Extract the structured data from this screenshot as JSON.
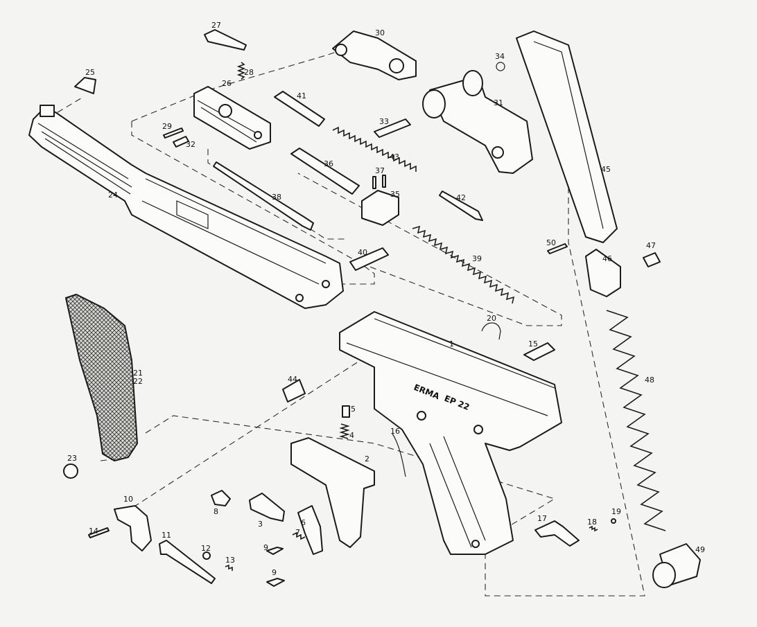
{
  "diagram": {
    "stamp_brand": "ERMA",
    "stamp_model": "EP 22",
    "labels": {
      "n1": "1",
      "n2": "2",
      "n3": "3",
      "n4": "4",
      "n5": "5",
      "n6": "6",
      "n7": "7",
      "n8": "8",
      "n9a": "9",
      "n9b": "9",
      "n10": "10",
      "n11": "11",
      "n12": "12",
      "n13": "13",
      "n14": "14",
      "n15": "15",
      "n16": "16",
      "n17": "17",
      "n18": "18",
      "n19": "19",
      "n20": "20",
      "n21": "21",
      "n22": "22",
      "n23": "23",
      "n24": "24",
      "n25": "25",
      "n26": "26",
      "n27": "27",
      "n28": "28",
      "n29": "29",
      "n30": "30",
      "n31": "31",
      "n32": "32",
      "n33": "33",
      "n34": "34",
      "n35": "35",
      "n36": "36",
      "n37": "37",
      "n38": "38",
      "n39": "39",
      "n40": "40",
      "n41": "41",
      "n42": "42",
      "n43": "43",
      "n44": "44",
      "n45": "45",
      "n46": "46",
      "n47": "47",
      "n48": "48",
      "n49": "49",
      "n50": "50"
    }
  }
}
